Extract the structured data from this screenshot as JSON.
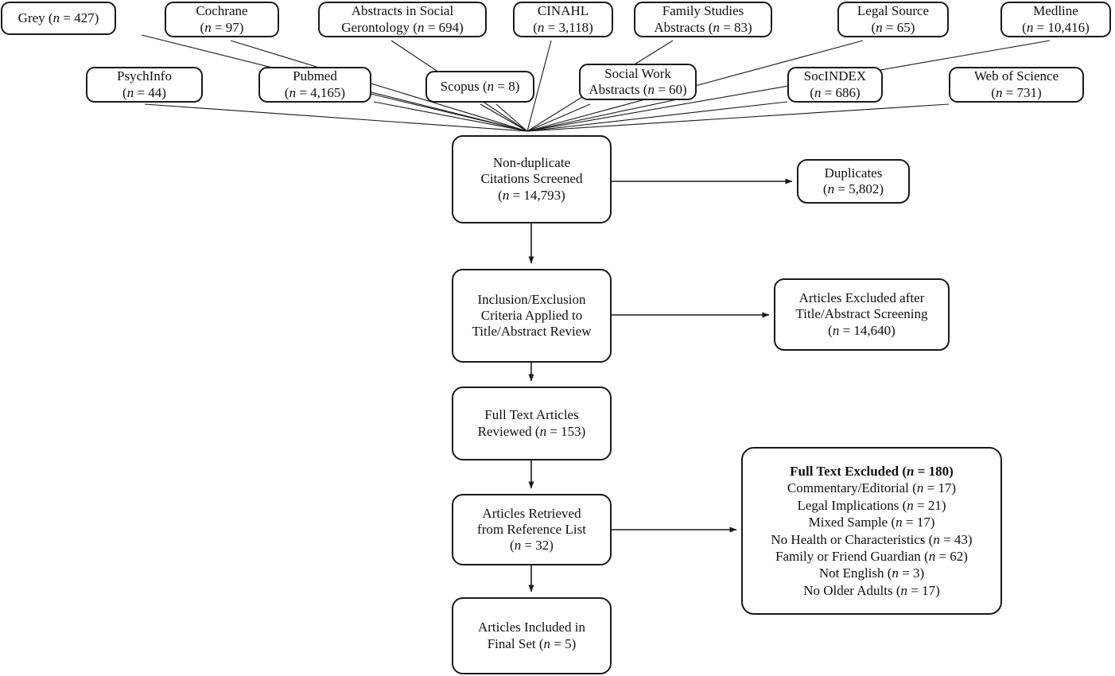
{
  "diagram": {
    "title": "PRISMA study selection flow diagram",
    "type": "flowchart",
    "stroke_color": "#1a1a1a",
    "background_color": "#ffffff"
  },
  "sources_row1": [
    {
      "name": "grey",
      "lines": [
        "Grey (n = 427)"
      ],
      "n": 427
    },
    {
      "name": "cochrane",
      "lines": [
        "Cochrane",
        "(n = 97)"
      ],
      "n": 97
    },
    {
      "name": "abstracts-social-gerontology",
      "lines": [
        "Abstracts in Social",
        "Gerontology (n = 694)"
      ],
      "n": 694
    },
    {
      "name": "cinahl",
      "lines": [
        "CINAHL",
        "(n = 3,118)"
      ],
      "n": 3118
    },
    {
      "name": "family-studies-abstracts",
      "lines": [
        "Family Studies",
        "Abstracts (n = 83)"
      ],
      "n": 83
    },
    {
      "name": "legal-source",
      "lines": [
        "Legal Source",
        "(n = 65)"
      ],
      "n": 65
    },
    {
      "name": "medline",
      "lines": [
        "Medline",
        "(n = 10,416)"
      ],
      "n": 10416
    }
  ],
  "sources_row2": [
    {
      "name": "psychinfo",
      "lines": [
        "PsychInfo",
        "(n = 44)"
      ],
      "n": 44
    },
    {
      "name": "pubmed",
      "lines": [
        "Pubmed",
        "(n = 4,165)"
      ],
      "n": 4165
    },
    {
      "name": "scopus",
      "lines": [
        "Scopus (n = 8)"
      ],
      "n": 8
    },
    {
      "name": "social-work-abstracts",
      "lines": [
        "Social Work",
        "Abstracts (n = 60)"
      ],
      "n": 60
    },
    {
      "name": "socindex",
      "lines": [
        "SocINDEX",
        "(n = 686)"
      ],
      "n": 686
    },
    {
      "name": "web-of-science",
      "lines": [
        "Web of Science",
        "(n = 731)"
      ],
      "n": 731
    }
  ],
  "flow": {
    "screened": {
      "lines": [
        "Non-duplicate",
        "Citations Screened",
        "(n = 14,793)"
      ],
      "n": 14793
    },
    "criteria": {
      "lines": [
        "Inclusion/Exclusion",
        "Criteria Applied to",
        "Title/Abstract Review"
      ]
    },
    "fulltext": {
      "lines": [
        "Full Text Articles",
        "Reviewed (n = 153)"
      ],
      "n": 153
    },
    "retrieved": {
      "lines": [
        "Articles Retrieved",
        "from Reference List",
        "(n = 32)"
      ],
      "n": 32
    },
    "included": {
      "lines": [
        "Articles Included in",
        "Final Set (n = 5)"
      ],
      "n": 5
    }
  },
  "side": {
    "duplicates": {
      "lines": [
        "Duplicates",
        "(n = 5,802)"
      ],
      "n": 5802
    },
    "excluded_screening": {
      "lines": [
        "Articles Excluded after",
        "Title/Abstract Screening",
        "(n = 14,640)"
      ],
      "n": 14640
    }
  },
  "full_text_excluded": {
    "heading": "Full Text Excluded (n = 180)",
    "total": 180,
    "reasons": [
      {
        "label": "Commentary/Editorial (n = 17)",
        "n": 17
      },
      {
        "label": "Legal Implications (n = 21)",
        "n": 21
      },
      {
        "label": "Mixed Sample (n = 17)",
        "n": 17
      },
      {
        "label": "No Health or Characteristics (n = 43)",
        "n": 43
      },
      {
        "label": "Family or Friend Guardian (n = 62)",
        "n": 62
      },
      {
        "label": "Not English (n = 3)",
        "n": 3
      },
      {
        "label": "No Older Adults (n = 17)",
        "n": 17
      }
    ]
  }
}
